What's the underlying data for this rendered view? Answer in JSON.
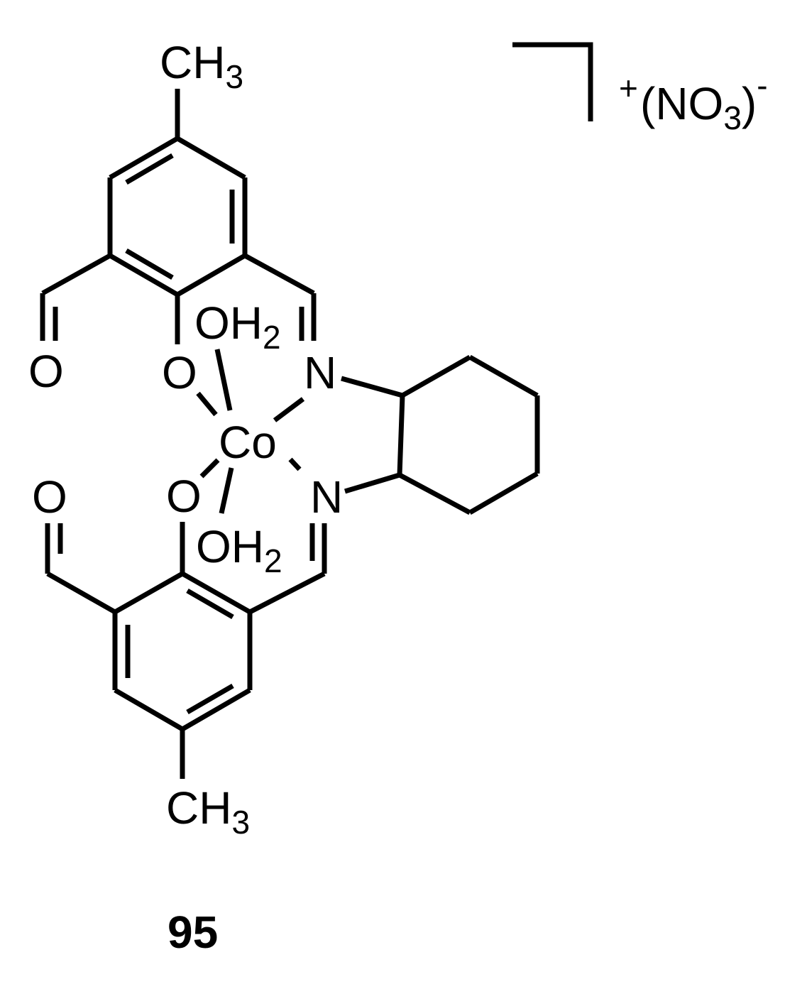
{
  "diagram": {
    "type": "chemical-structure",
    "compound_label": "95",
    "metal_center": "Co",
    "charge": {
      "cation": "+",
      "counterion_open": "(NO",
      "counterion_sub": "3",
      "counterion_close": ")",
      "counterion_charge": "-"
    },
    "labels": {
      "top_methyl_C": "CH",
      "top_methyl_sub": "3",
      "bottom_methyl_C": "CH",
      "bottom_methyl_sub": "3",
      "aldehyde_O_top": "O",
      "aldehyde_O_bottom": "O",
      "phenoxide_O_top": "O",
      "phenoxide_O_bottom": "O",
      "water_top": "OH",
      "water_top_sub": "2",
      "water_bottom": "OH",
      "water_bottom_sub": "2",
      "imine_N_top": "N",
      "imine_N_bottom": "N",
      "cobalt": "Co"
    },
    "colors": {
      "stroke": "#000000",
      "background": "#ffffff"
    }
  }
}
